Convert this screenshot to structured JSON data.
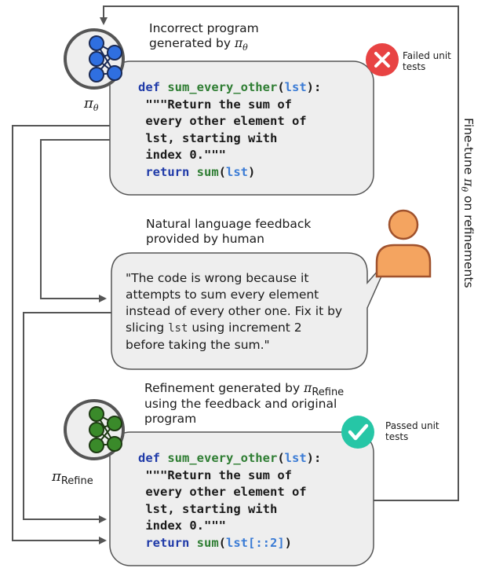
{
  "policy_top": {
    "symbol": "π",
    "subscript": "θ",
    "caption_line1": "Incorrect program",
    "caption_line2_prefix": "generated by ",
    "status_label": "Failed unit\ntests",
    "status_color": "#e84343",
    "node_color": "#2f6fe0",
    "code": {
      "line1_kw": "def ",
      "line1_fn": "sum_every_other",
      "line1_open": "(",
      "line1_arg": "lst",
      "line1_close": "):",
      "line2": "\"\"\"Return the sum of",
      "line3": "every other element of",
      "line4": "lst, starting with",
      "line5": "index 0.\"\"\"",
      "line6_kw": "return ",
      "line6_fn": "sum",
      "line6_open": "(",
      "line6_arg": "lst",
      "line6_close": ")"
    }
  },
  "feedback": {
    "caption_line1": "Natural language feedback",
    "caption_line2": "provided by human",
    "line1": "\"The code is wrong because it",
    "line2": "attempts to sum every element",
    "line3": "instead of every other one. Fix it by",
    "line4_prefix": "slicing ",
    "line4_code": "lst",
    "line4_suffix": " using increment 2",
    "line5": "before taking the sum.\"",
    "person_color": "#f4a460"
  },
  "policy_bottom": {
    "symbol": "π",
    "subscript": "Refine",
    "caption_line1_prefix": "Refinement generated by ",
    "caption_line2": "using the feedback and original",
    "caption_line3": "program",
    "status_label": "Passed unit\ntests",
    "status_color": "#26c6a6",
    "node_color": "#3a8a2a",
    "code": {
      "line1_kw": "def ",
      "line1_fn": "sum_every_other",
      "line1_open": "(",
      "line1_arg": "lst",
      "line1_close": "):",
      "line2": "\"\"\"Return the sum of",
      "line3": "every other element of",
      "line4": "lst, starting with",
      "line5": "index 0.\"\"\"",
      "line6_kw": "return ",
      "line6_fn": "sum",
      "line6_open": "(",
      "line6_arg": "lst[::2]",
      "line6_close": ")"
    }
  },
  "finetune": {
    "prefix": "Fine-tune ",
    "symbol": "π",
    "subscript": "θ",
    "suffix": " on refinements"
  },
  "colors": {
    "box_fill": "#eeeeee",
    "box_stroke": "#555555",
    "arrow": "#555555"
  }
}
